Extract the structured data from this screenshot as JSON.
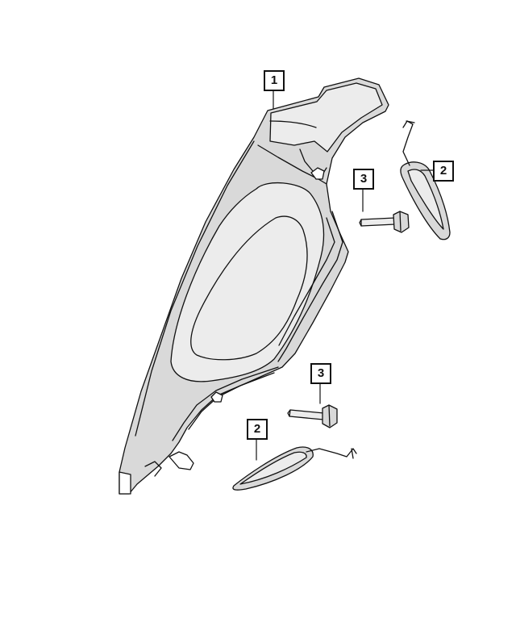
{
  "callouts": [
    {
      "label": "1",
      "part": "pillar-trim-panel"
    },
    {
      "label": "2",
      "part": "upper-trim-cover"
    },
    {
      "label": "3",
      "part": "upper-bolt"
    },
    {
      "label": "3",
      "part": "lower-bolt"
    },
    {
      "label": "2",
      "part": "lower-trim-cover"
    }
  ],
  "colors": {
    "line": "#111111",
    "shade": "#d9d9d9",
    "light_shade": "#ececec",
    "background": "#ffffff"
  }
}
